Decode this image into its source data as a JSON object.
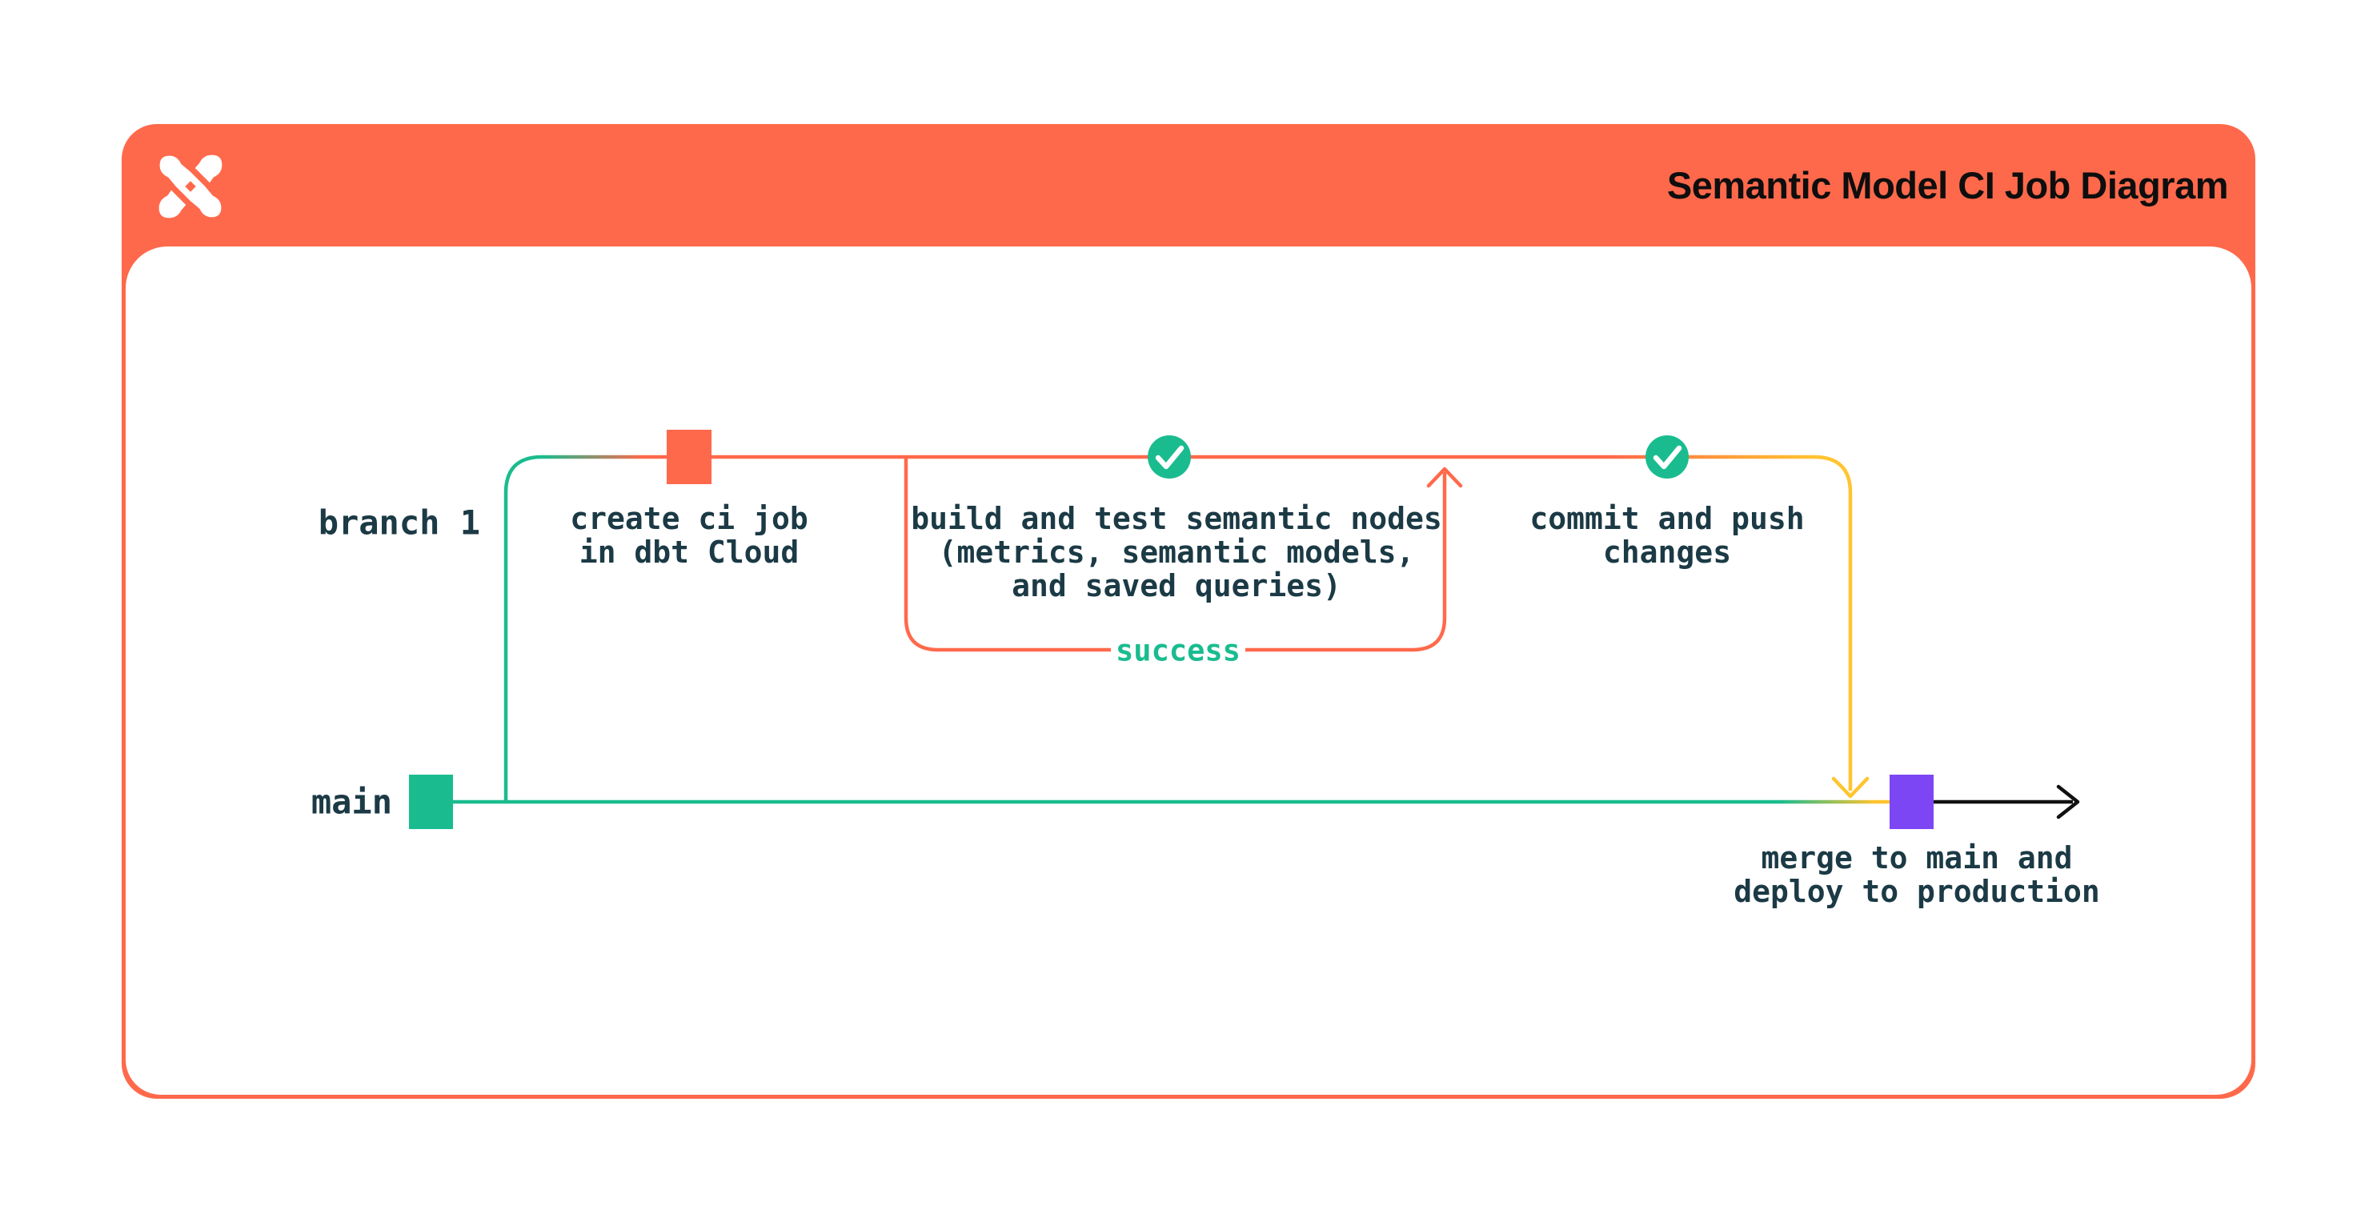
{
  "header": {
    "title": "Semantic Model CI Job Diagram",
    "logo": "dbt-logo"
  },
  "lanes": {
    "branch": "branch 1",
    "main": "main"
  },
  "nodes": {
    "create_ci_job": {
      "lines": [
        "create ci job",
        "in dbt Cloud"
      ]
    },
    "build_test": {
      "lines": [
        "build and test semantic nodes",
        "(metrics, semantic models,",
        "and saved queries)"
      ]
    },
    "commit_push": {
      "lines": [
        "commit and push",
        "changes"
      ]
    },
    "merge_deploy": {
      "lines": [
        "merge to main and",
        "deploy to production"
      ]
    }
  },
  "loop": {
    "label": "success"
  },
  "icons": {
    "checkmark": "check-icon",
    "arrow_right": "arrow-right-icon",
    "arrow_down": "arrow-down-icon",
    "arrow_up": "arrow-up-icon"
  },
  "colors": {
    "orange": "#FF694B",
    "green": "#1ABC8F",
    "yellow": "#FFC42F",
    "purple": "#7C46F4",
    "ink": "#1B3A45",
    "title_ink": "#0E0E0E",
    "white": "#FFFFFF"
  }
}
